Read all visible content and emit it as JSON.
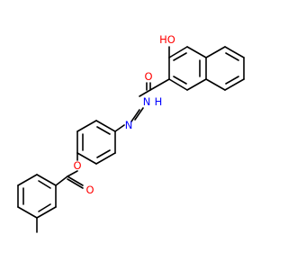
{
  "molecule": {
    "atoms": {
      "hydroxyl": "HO",
      "carbonyl_oxygen_amide": "O",
      "hydrazide_n1": "N",
      "hydrazide_n2": "N",
      "hydrazide_h": "H",
      "ester_oxygen": "O",
      "carbonyl_oxygen_ester": "O"
    },
    "colors": {
      "oxygen": "#ff0000",
      "nitrogen": "#0000ff",
      "carbon_bond": "#000000"
    }
  }
}
